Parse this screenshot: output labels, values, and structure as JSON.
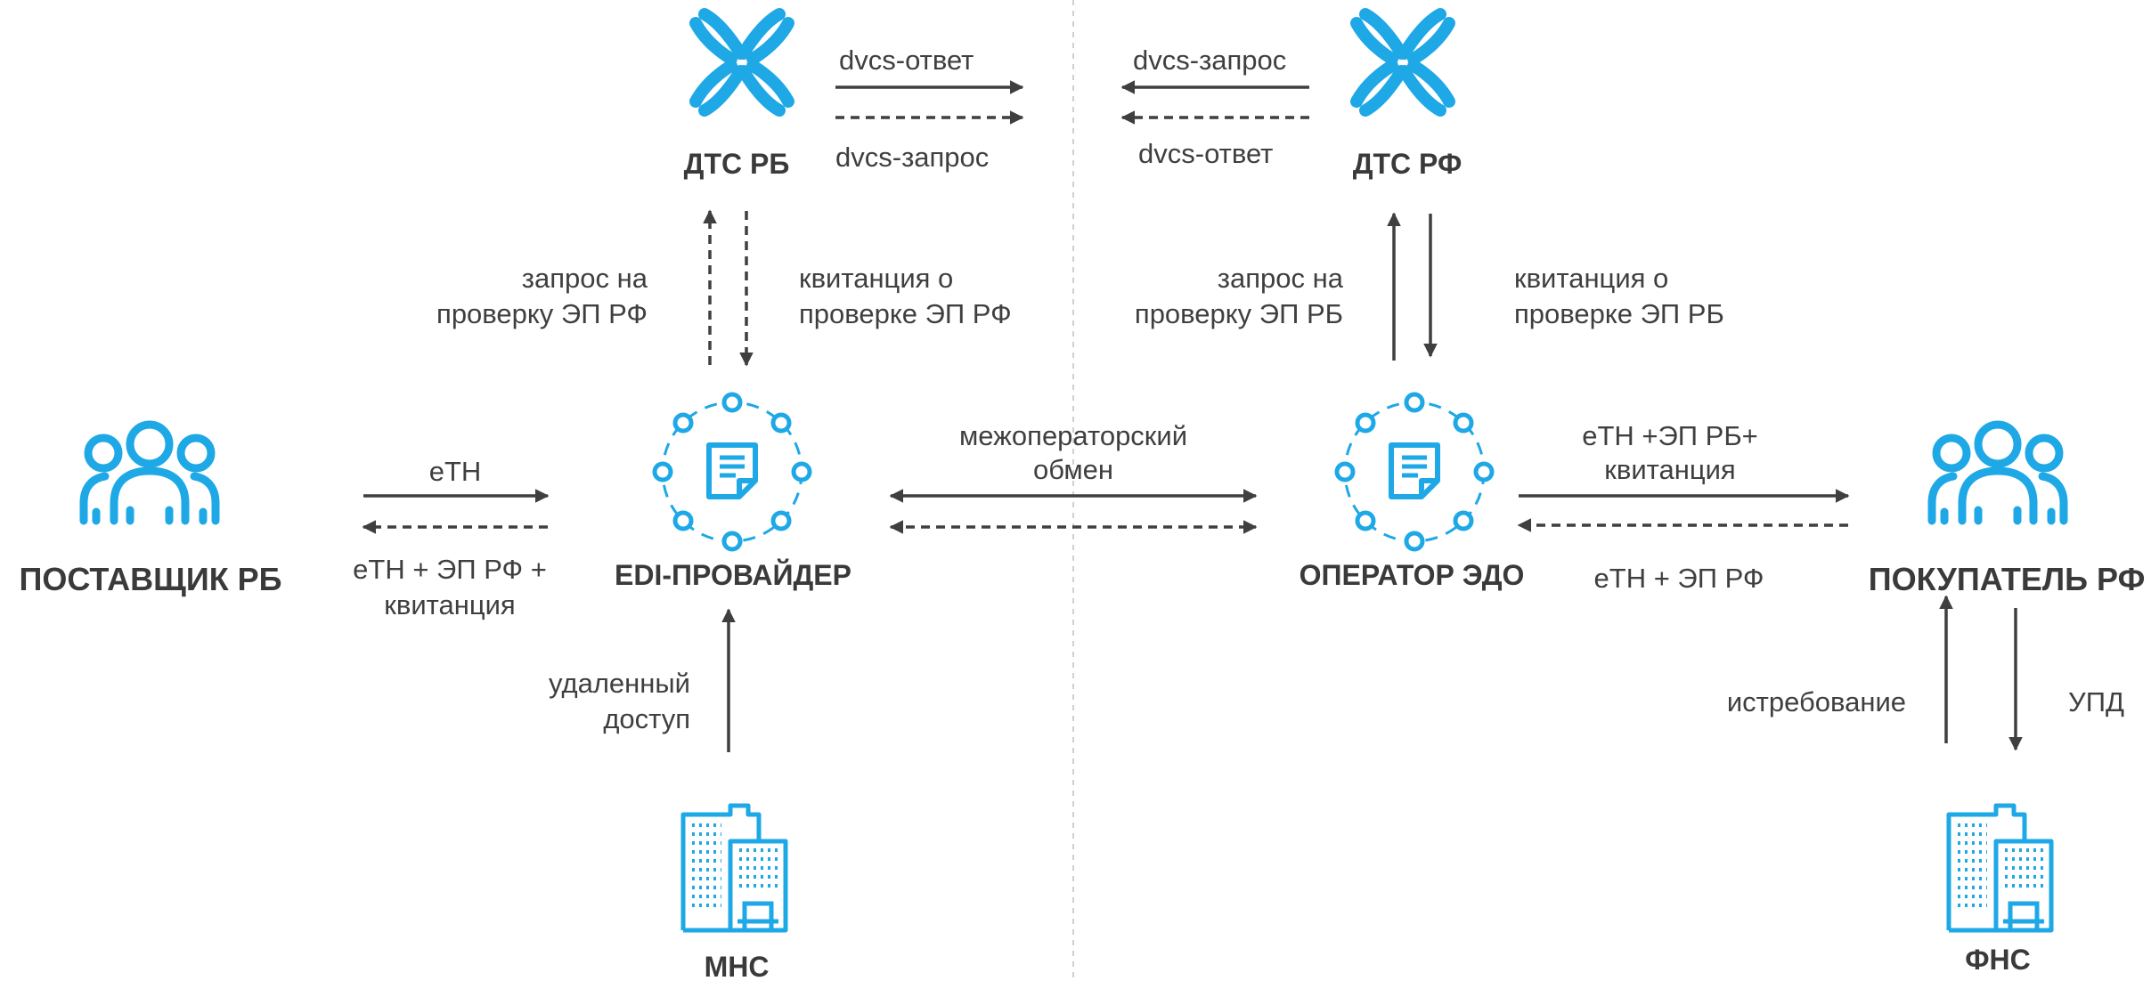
{
  "nodes": {
    "dts_rb": "ДТС РБ",
    "dts_rf": "ДТС РФ",
    "supplier": "ПОСТАВЩИК РБ",
    "edi": "EDI-ПРОВАЙДЕР",
    "operator": "ОПЕРАТОР ЭДО",
    "buyer": "ПОКУПАТЕЛЬ РФ",
    "mns": "МНС",
    "fns": "ФНС"
  },
  "edges": {
    "dvcs_answer_rb": "dvcs-ответ",
    "dvcs_request_rb": "dvcs-запрос",
    "dvcs_request_rf": "dvcs-запрос",
    "dvcs_answer_rf": "dvcs-ответ",
    "check_req_rf": [
      "запрос на",
      "проверку ЭП РФ"
    ],
    "receipt_rf": [
      "квитанция о",
      "проверке ЭП РФ"
    ],
    "check_req_rb": [
      "запрос на",
      "проверку ЭП РБ"
    ],
    "receipt_rb": [
      "квитанция о",
      "проверке ЭП РБ"
    ],
    "etn": "еТН",
    "etn_sign_rf": [
      "еТН + ЭП РФ +",
      "квитанция"
    ],
    "interop": [
      "межоператорский",
      "обмен"
    ],
    "etn_sign_rb": [
      "еТН +ЭП РБ+",
      "квитанция"
    ],
    "etn_rf": "еТН + ЭП РФ",
    "remote": [
      "удаленный",
      "доступ"
    ],
    "demand": "истребование",
    "upd": "УПД"
  },
  "icons": {
    "dts": "dts-cross-icon",
    "people": "people-group-icon",
    "provider": "provider-ring-icon",
    "building": "building-icon"
  },
  "colors": {
    "accent": "#1ea8e6",
    "text": "#3f3f3f"
  }
}
